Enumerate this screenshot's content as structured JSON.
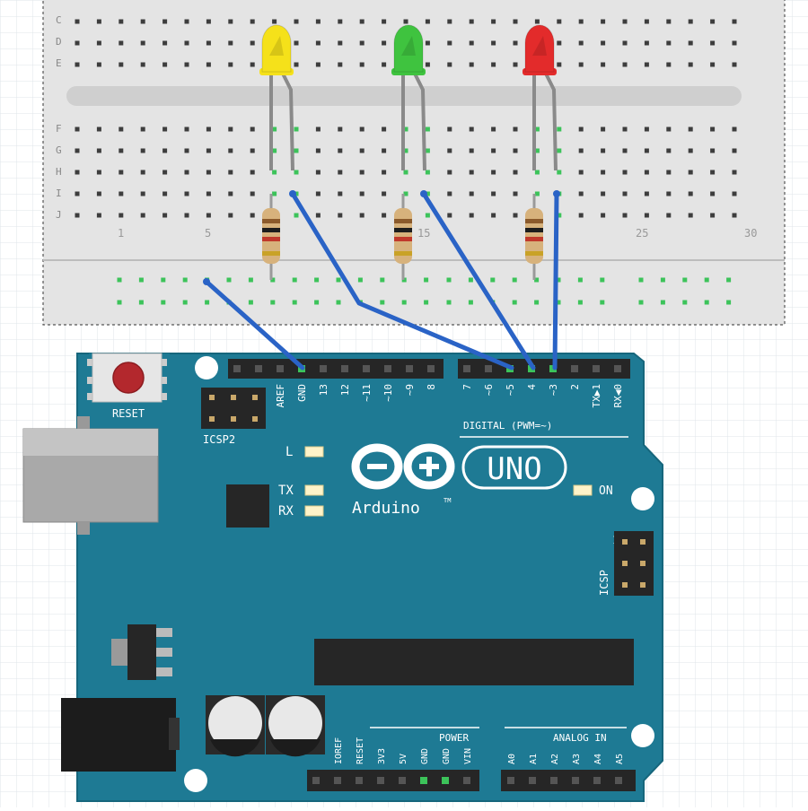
{
  "breadboard": {
    "row_labels_top": [
      "C",
      "D",
      "E"
    ],
    "row_labels_bottom": [
      "F",
      "G",
      "H",
      "I",
      "J"
    ],
    "column_numbers": [
      "1",
      "5",
      "15",
      "25",
      "30"
    ]
  },
  "leds": [
    {
      "name": "yellow-led",
      "color": "#f5e11a"
    },
    {
      "name": "green-led",
      "color": "#3fc33f"
    },
    {
      "name": "red-led",
      "color": "#e32b2b"
    }
  ],
  "board": {
    "reset_label": "RESET",
    "icsp2_label": "ICSP2",
    "icsp_label": "ICSP",
    "icsp_pin1": "1",
    "led_l_label": "L",
    "led_tx_label": "TX",
    "led_rx_label": "RX",
    "on_label": "ON",
    "brand": "Arduino",
    "tm": "TM",
    "model": "UNO",
    "digital_label": "DIGITAL (PWM=~)",
    "digital_pins_left": [
      "AREF",
      "GND",
      "13",
      "12",
      "~11",
      "~10",
      "~9",
      "8"
    ],
    "digital_pins_right": [
      "7",
      "~6",
      "~5",
      "4",
      "~3",
      "2",
      "TX▶1",
      "RX◀0"
    ],
    "power_label": "POWER",
    "power_pins": [
      "IOREF",
      "RESET",
      "3V3",
      "5V",
      "GND",
      "GND",
      "VIN"
    ],
    "analog_label": "ANALOG IN",
    "analog_pins": [
      "A0",
      "A1",
      "A2",
      "A3",
      "A4",
      "A5"
    ]
  },
  "colors": {
    "board": "#1e7a94",
    "board_edge": "#16667c",
    "wire": "#2a63c6",
    "breadboard": "#e4e4e4",
    "connected_hole": "#3cc35a"
  }
}
